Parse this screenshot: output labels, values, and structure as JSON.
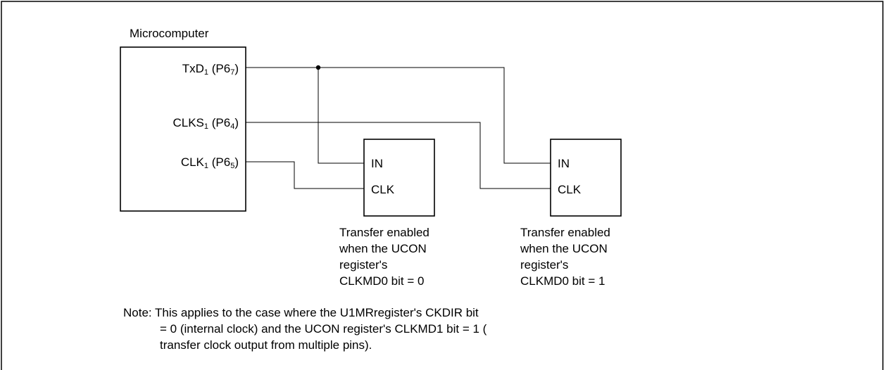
{
  "mcu": {
    "title": "Microcomputer",
    "pins": [
      {
        "name": "TxD",
        "sub1": "1",
        "port": " (P6",
        "sub2": "7",
        "close": ")"
      },
      {
        "name": "CLKS",
        "sub1": "1",
        "port": " (P6",
        "sub2": "4",
        "close": ")"
      },
      {
        "name": "CLK",
        "sub1": "1",
        "port": " (P6",
        "sub2": "5",
        "close": ")"
      }
    ]
  },
  "devices": [
    {
      "in_label": "IN",
      "clk_label": "CLK",
      "caption": [
        "Transfer enabled",
        "when the UCON",
        "register's",
        "CLKMD0 bit = 0"
      ]
    },
    {
      "in_label": "IN",
      "clk_label": "CLK",
      "caption": [
        "Transfer enabled",
        "when the UCON",
        "register's",
        "CLKMD0 bit = 1"
      ]
    }
  ],
  "note": [
    "Note: This applies to the case where the U1MRregister's CKDIR bit",
    "= 0 (internal clock) and the UCON register's CLKMD1 bit = 1 (",
    "transfer clock output from multiple pins)."
  ]
}
